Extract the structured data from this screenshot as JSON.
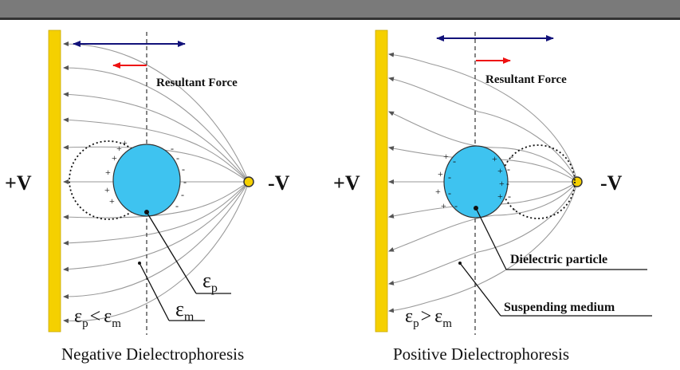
{
  "colors": {
    "top_bar": "#7a7a7a",
    "electrode": "#f5d000",
    "particle": "#3ec3f0",
    "field_lines": "#9a9a9a",
    "double_arrow": "#12127a",
    "force_arrow": "#ee1111",
    "dashed_line": "#333333",
    "text": "#111111"
  },
  "left_panel": {
    "positive_label": "+V",
    "negative_label": "-V",
    "force_label": "Resultant Force",
    "force_direction": "left",
    "eps_p": "ε",
    "eps_p_sub": "p",
    "eps_m": "ε",
    "eps_m_sub": "m",
    "relation_lhs": "ε",
    "relation_lhs_sub": "p",
    "relation_op": "<",
    "relation_rhs": "ε",
    "relation_rhs_sub": "m",
    "caption": "Negative Dielectrophoresis"
  },
  "right_panel": {
    "positive_label": "+V",
    "negative_label": "-V",
    "force_label": "Resultant Force",
    "force_direction": "right",
    "particle_label": "Dielectric particle",
    "medium_label": "Suspending medium",
    "relation_lhs": "ε",
    "relation_lhs_sub": "p",
    "relation_op": ">",
    "relation_rhs": "ε",
    "relation_rhs_sub": "m",
    "caption": "Positive Dielectrophoresis"
  },
  "charges": {
    "plus": "+",
    "minus": "-"
  }
}
